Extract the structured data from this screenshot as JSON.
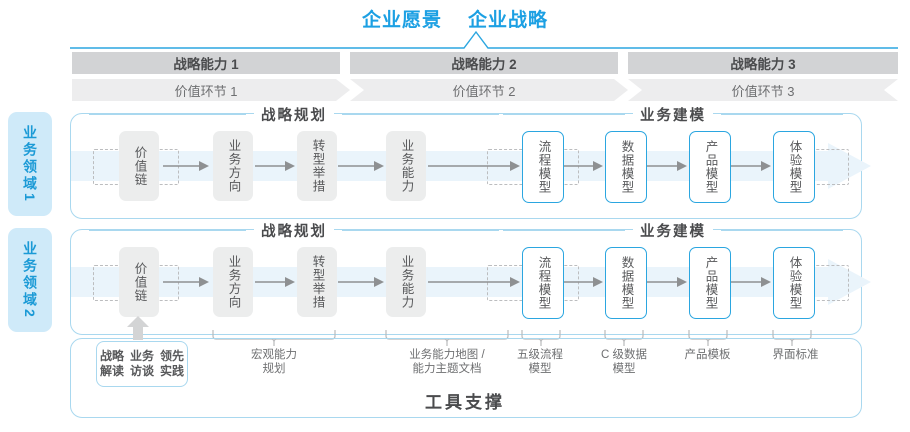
{
  "header": {
    "vision": "企业愿景",
    "strategy": "企业战略",
    "accent_color": "#1ca0e3"
  },
  "capability_bars": [
    {
      "label": "战略能力 1"
    },
    {
      "label": "战略能力 2"
    },
    {
      "label": "战略能力 3"
    }
  ],
  "value_bands": [
    {
      "label": "价值环节 1"
    },
    {
      "label": "价值环节 2"
    },
    {
      "label": "价值环节 3"
    }
  ],
  "domains": [
    {
      "label": "业务领域",
      "num": "1"
    },
    {
      "label": "业务领域",
      "num": "2"
    }
  ],
  "sections": [
    {
      "label": "战略规划"
    },
    {
      "label": "业务建模"
    }
  ],
  "nodes": [
    {
      "label": "价值链",
      "style": "gray"
    },
    {
      "label": "业务方向",
      "style": "gray"
    },
    {
      "label": "转型举措",
      "style": "gray"
    },
    {
      "label": "业务能力",
      "style": "gray"
    },
    {
      "label": "流程模型",
      "style": "blue"
    },
    {
      "label": "数据模型",
      "style": "blue"
    },
    {
      "label": "产品模型",
      "style": "blue"
    },
    {
      "label": "体验模型",
      "style": "blue"
    }
  ],
  "tool_support": {
    "first_card": "战略解读\n业务访谈\n领先实践",
    "labels": [
      {
        "text": "宏观能力\n规划"
      },
      {
        "text": "业务能力地图 /\n能力主题文档"
      },
      {
        "text": "五级流程\n模型"
      },
      {
        "text": "C 级数据\n模型"
      },
      {
        "text": "产品模板"
      },
      {
        "text": "界面标准"
      }
    ],
    "title": "工具支撑"
  },
  "colors": {
    "blue": "#2ba6e0",
    "blue_light": "#a9d8ef",
    "band": "#eaf4fb",
    "gray_bar": "#d2d3d5",
    "gray_band": "#ededee",
    "node_gray": "#eceded"
  }
}
